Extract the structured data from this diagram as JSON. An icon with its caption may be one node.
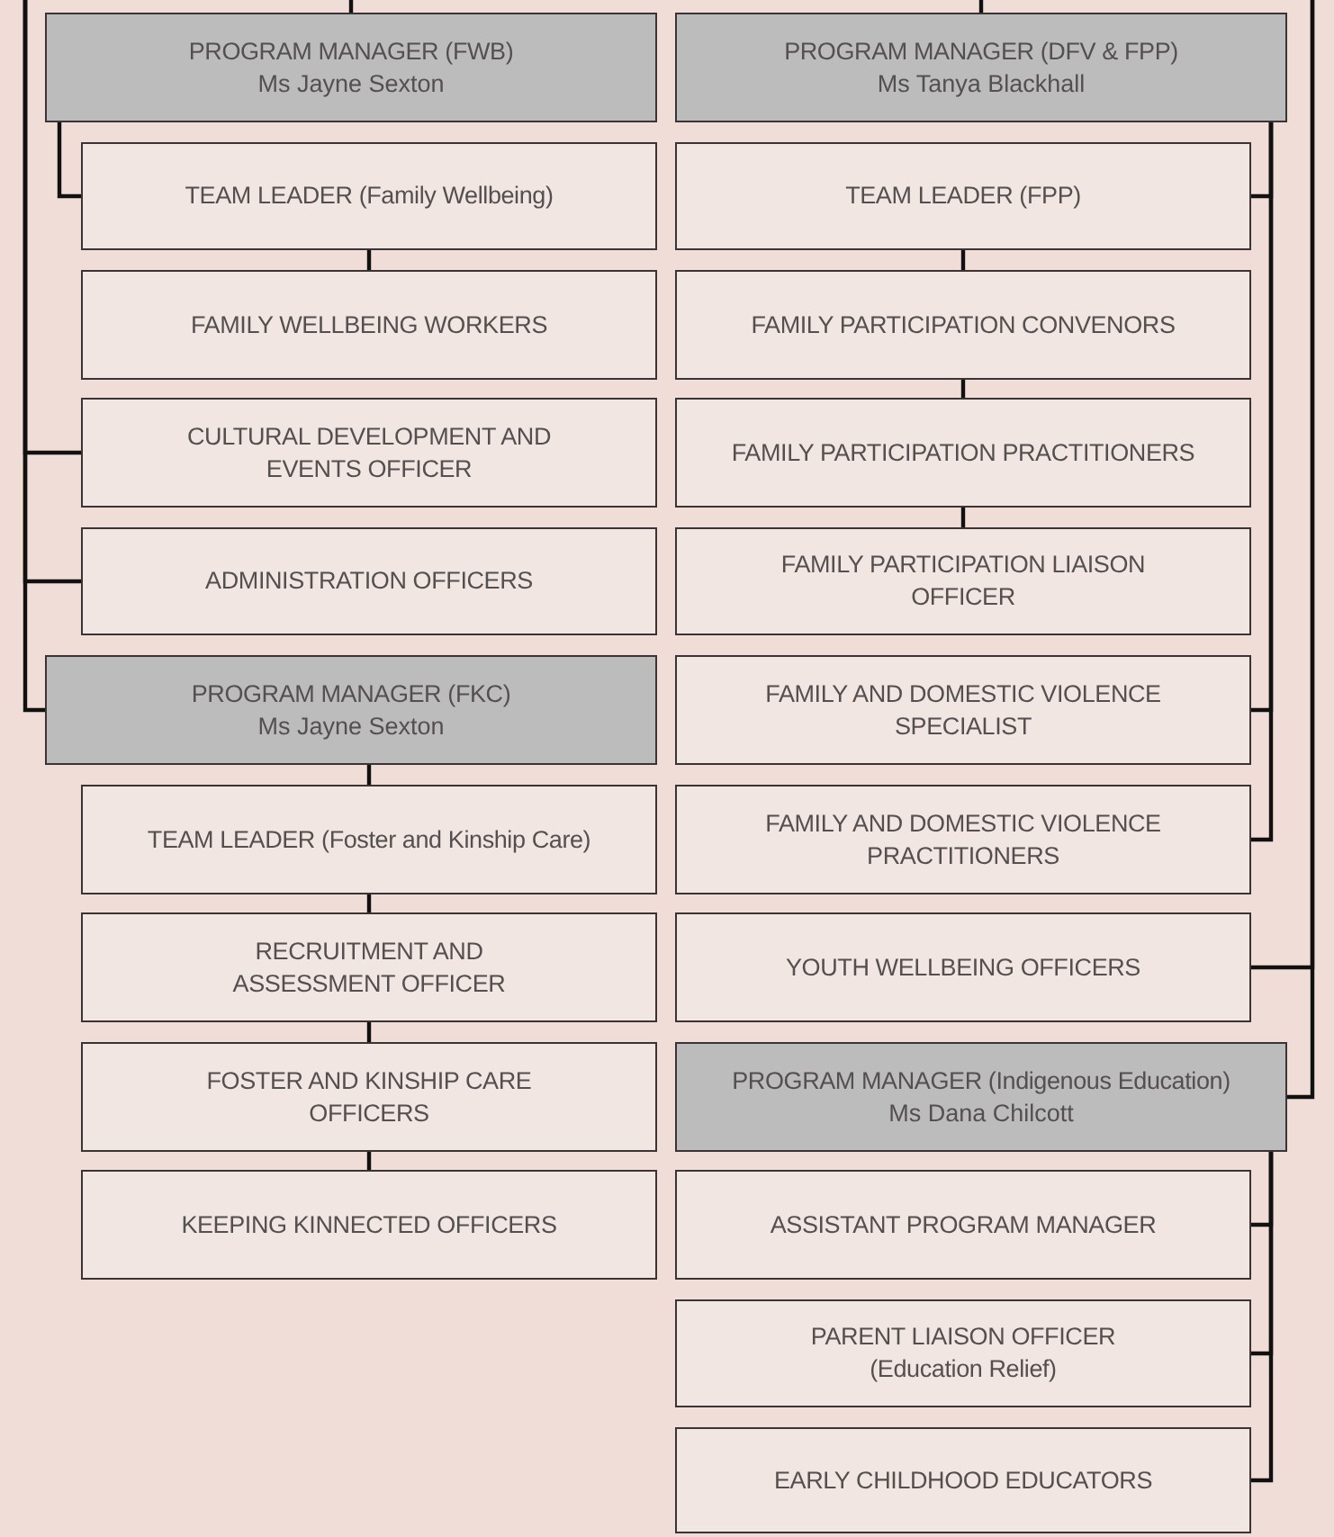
{
  "diagram": {
    "nodes": [
      {
        "text": [
          "PROGRAM MANAGER (FWB)",
          "Ms Jayne Sexton"
        ]
      },
      {
        "text": [
          "TEAM LEADER (Family Wellbeing)"
        ]
      },
      {
        "text": [
          "FAMILY WELLBEING WORKERS"
        ]
      },
      {
        "text": [
          "CULTURAL DEVELOPMENT AND EVENTS OFFICER"
        ]
      },
      {
        "text": [
          "ADMINISTRATION OFFICERS"
        ]
      },
      {
        "text": [
          "PROGRAM MANAGER (FKC)",
          "Ms Jayne Sexton"
        ]
      },
      {
        "text": [
          "TEAM LEADER (Foster and Kinship Care)"
        ]
      },
      {
        "text": [
          "RECRUITMENT AND ASSESSMENT OFFICER"
        ]
      },
      {
        "text": [
          "FOSTER AND KINSHIP CARE OFFICERS"
        ]
      },
      {
        "text": [
          "KEEPING KINNECTED OFFICERS"
        ]
      },
      {
        "text": [
          "PROGRAM MANAGER (DFV & FPP)",
          "Ms Tanya Blackhall"
        ]
      },
      {
        "text": [
          "TEAM LEADER (FPP)"
        ]
      },
      {
        "text": [
          "FAMILY PARTICIPATION CONVENORS"
        ]
      },
      {
        "text": [
          "FAMILY PARTICIPATION PRACTITIONERS"
        ]
      },
      {
        "text": [
          "FAMILY PARTICIPATION LIAISON OFFICER"
        ]
      },
      {
        "text": [
          "FAMILY AND DOMESTIC VIOLENCE SPECIALIST"
        ]
      },
      {
        "text": [
          "FAMILY AND DOMESTIC VIOLENCE PRACTITIONERS"
        ]
      },
      {
        "text": [
          "YOUTH WELLBEING OFFICERS"
        ]
      },
      {
        "text": [
          "PROGRAM MANAGER (Indigenous Education)",
          "Ms Dana Chilcott"
        ]
      },
      {
        "text": [
          "ASSISTANT PROGRAM MANAGER"
        ]
      },
      {
        "text": [
          "PARENT LIAISON OFFICER (Education Relief)"
        ]
      },
      {
        "text": [
          "EARLY CHILDHOOD EDUCATORS"
        ]
      }
    ],
    "edges": [
      {
        "from": null,
        "to": 0,
        "arrow": "none"
      },
      {
        "from": 0,
        "to": 1,
        "arrow": "none"
      },
      {
        "from": 1,
        "to": 2,
        "arrow": "none"
      },
      {
        "from": null,
        "to": 3,
        "arrow": "none"
      },
      {
        "from": null,
        "to": 4,
        "arrow": "none"
      },
      {
        "from": null,
        "to": 5,
        "arrow": "none"
      },
      {
        "from": 5,
        "to": 6,
        "arrow": "none"
      },
      {
        "from": 6,
        "to": 7,
        "arrow": "none"
      },
      {
        "from": 7,
        "to": 8,
        "arrow": "none"
      },
      {
        "from": 8,
        "to": 9,
        "arrow": "none"
      },
      {
        "from": null,
        "to": 10,
        "arrow": "none"
      },
      {
        "from": 10,
        "to": 11,
        "arrow": "none"
      },
      {
        "from": 11,
        "to": 12,
        "arrow": "none"
      },
      {
        "from": 12,
        "to": 13,
        "arrow": "none"
      },
      {
        "from": 13,
        "to": 14,
        "arrow": "none"
      },
      {
        "from": 10,
        "to": 15,
        "arrow": "none"
      },
      {
        "from": 10,
        "to": 16,
        "arrow": "none"
      },
      {
        "from": null,
        "to": 17,
        "arrow": "none"
      },
      {
        "from": null,
        "to": 18,
        "arrow": "none"
      },
      {
        "from": 18,
        "to": 19,
        "arrow": "none"
      },
      {
        "from": 18,
        "to": 20,
        "arrow": "none"
      },
      {
        "from": 18,
        "to": 21,
        "arrow": "none"
      }
    ]
  }
}
